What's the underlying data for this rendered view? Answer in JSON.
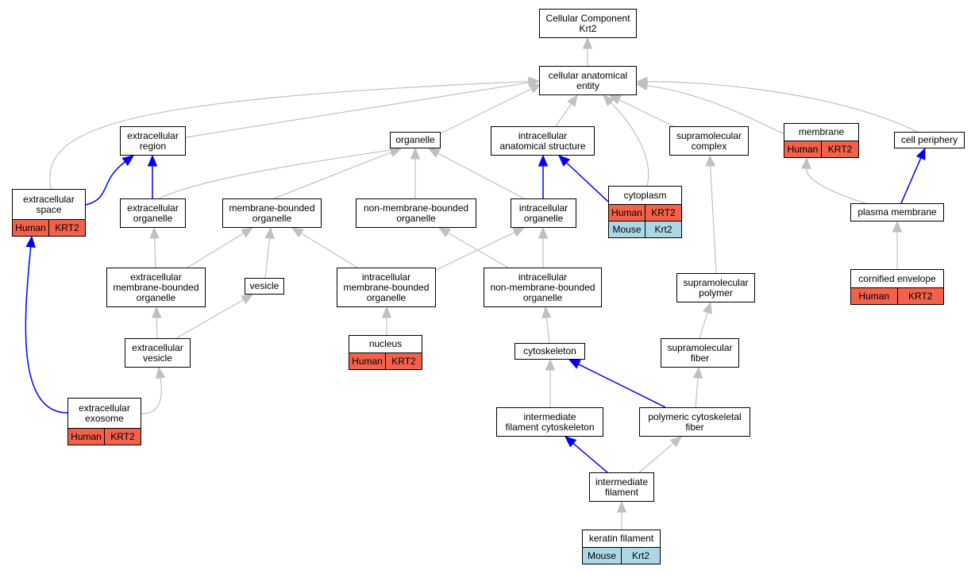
{
  "colors": {
    "gray_edge": "#c0c0c0",
    "blue_edge": "#0000ff",
    "human_fill": "#f4614b",
    "mouse_fill": "#acd8e6"
  },
  "nodes": {
    "cc_root": {
      "label": "Cellular Component\nKrt2"
    },
    "cellular_anatomical_entity": {
      "label": "cellular anatomical\nentity"
    },
    "extracellular_region": {
      "label": "extracellular\nregion"
    },
    "organelle": {
      "label": "organelle"
    },
    "intracellular_anatomical_structure": {
      "label": "intracellular\nanatomical structure"
    },
    "supramolecular_complex": {
      "label": "supramolecular\ncomplex"
    },
    "membrane": {
      "label": "membrane",
      "tags": [
        {
          "text": "Human",
          "kind": "human"
        },
        {
          "text": "KRT2",
          "kind": "human"
        }
      ]
    },
    "cell_periphery": {
      "label": "cell periphery"
    },
    "extracellular_space": {
      "label": "extracellular\nspace",
      "tags": [
        {
          "text": "Human",
          "kind": "human"
        },
        {
          "text": "KRT2",
          "kind": "human"
        }
      ]
    },
    "extracellular_organelle": {
      "label": "extracellular\norganelle"
    },
    "membrane_bounded_organelle": {
      "label": "membrane-bounded\norganelle"
    },
    "non_membrane_bounded_organelle": {
      "label": "non-membrane-bounded\norganelle"
    },
    "intracellular_organelle": {
      "label": "intracellular\norganelle"
    },
    "cytoplasm": {
      "label": "cytoplasm",
      "tags": [
        {
          "text": "Human",
          "kind": "human"
        },
        {
          "text": "KRT2",
          "kind": "human"
        },
        {
          "text": "Mouse",
          "kind": "mouse"
        },
        {
          "text": "Krt2",
          "kind": "mouse"
        }
      ]
    },
    "plasma_membrane": {
      "label": "plasma membrane"
    },
    "extracellular_membrane_bounded_organelle": {
      "label": "extracellular\nmembrane-bounded\norganelle"
    },
    "vesicle": {
      "label": "vesicle"
    },
    "intracellular_membrane_bounded_organelle": {
      "label": "intracellular\nmembrane-bounded\norganelle"
    },
    "intracellular_non_membrane_bounded_organelle": {
      "label": "intracellular\nnon-membrane-bounded\norganelle"
    },
    "supramolecular_polymer": {
      "label": "supramolecular\npolymer"
    },
    "cornified_envelope": {
      "label": "cornified envelope",
      "tags": [
        {
          "text": "Human",
          "kind": "human"
        },
        {
          "text": "KRT2",
          "kind": "human"
        }
      ]
    },
    "extracellular_vesicle": {
      "label": "extracellular\nvesicle"
    },
    "nucleus": {
      "label": "nucleus",
      "tags": [
        {
          "text": "Human",
          "kind": "human"
        },
        {
          "text": "KRT2",
          "kind": "human"
        }
      ]
    },
    "cytoskeleton": {
      "label": "cytoskeleton"
    },
    "supramolecular_fiber": {
      "label": "supramolecular\nfiber"
    },
    "extracellular_exosome": {
      "label": "extracellular\nexosome",
      "tags": [
        {
          "text": "Human",
          "kind": "human"
        },
        {
          "text": "KRT2",
          "kind": "human"
        }
      ]
    },
    "intermediate_filament_cytoskeleton": {
      "label": "intermediate\nfilament cytoskeleton"
    },
    "polymeric_cytoskeletal_fiber": {
      "label": "polymeric cytoskeletal\nfiber"
    },
    "intermediate_filament": {
      "label": "intermediate\nfilament"
    },
    "keratin_filament": {
      "label": "keratin filament",
      "tags": [
        {
          "text": "Mouse",
          "kind": "mouse"
        },
        {
          "text": "Krt2",
          "kind": "mouse"
        }
      ]
    }
  },
  "edges": [
    {
      "from": "cellular_anatomical_entity",
      "to": "cc_root",
      "color": "gray"
    },
    {
      "from": "extracellular_region",
      "to": "cellular_anatomical_entity",
      "color": "gray"
    },
    {
      "from": "organelle",
      "to": "cellular_anatomical_entity",
      "color": "gray"
    },
    {
      "from": "intracellular_anatomical_structure",
      "to": "cellular_anatomical_entity",
      "color": "gray"
    },
    {
      "from": "supramolecular_complex",
      "to": "cellular_anatomical_entity",
      "color": "gray"
    },
    {
      "from": "membrane",
      "to": "cellular_anatomical_entity",
      "color": "gray"
    },
    {
      "from": "cell_periphery",
      "to": "cellular_anatomical_entity",
      "color": "gray"
    },
    {
      "from": "extracellular_space",
      "to": "cellular_anatomical_entity",
      "color": "gray"
    },
    {
      "from": "cytoplasm",
      "to": "cellular_anatomical_entity",
      "color": "gray"
    },
    {
      "from": "extracellular_space",
      "to": "extracellular_region",
      "color": "blue"
    },
    {
      "from": "extracellular_organelle",
      "to": "extracellular_region",
      "color": "blue"
    },
    {
      "from": "extracellular_organelle",
      "to": "organelle",
      "color": "gray"
    },
    {
      "from": "membrane_bounded_organelle",
      "to": "organelle",
      "color": "gray"
    },
    {
      "from": "non_membrane_bounded_organelle",
      "to": "organelle",
      "color": "gray"
    },
    {
      "from": "intracellular_organelle",
      "to": "organelle",
      "color": "gray"
    },
    {
      "from": "intracellular_organelle",
      "to": "intracellular_anatomical_structure",
      "color": "blue"
    },
    {
      "from": "cytoplasm",
      "to": "intracellular_anatomical_structure",
      "color": "blue"
    },
    {
      "from": "plasma_membrane",
      "to": "membrane",
      "color": "gray"
    },
    {
      "from": "plasma_membrane",
      "to": "cell_periphery",
      "color": "blue"
    },
    {
      "from": "extracellular_membrane_bounded_organelle",
      "to": "extracellular_organelle",
      "color": "gray"
    },
    {
      "from": "extracellular_membrane_bounded_organelle",
      "to": "membrane_bounded_organelle",
      "color": "gray"
    },
    {
      "from": "vesicle",
      "to": "membrane_bounded_organelle",
      "color": "gray"
    },
    {
      "from": "intracellular_membrane_bounded_organelle",
      "to": "membrane_bounded_organelle",
      "color": "gray"
    },
    {
      "from": "intracellular_membrane_bounded_organelle",
      "to": "intracellular_organelle",
      "color": "gray"
    },
    {
      "from": "intracellular_non_membrane_bounded_organelle",
      "to": "non_membrane_bounded_organelle",
      "color": "gray"
    },
    {
      "from": "intracellular_non_membrane_bounded_organelle",
      "to": "intracellular_organelle",
      "color": "gray"
    },
    {
      "from": "supramolecular_polymer",
      "to": "supramolecular_complex",
      "color": "gray"
    },
    {
      "from": "cornified_envelope",
      "to": "plasma_membrane",
      "color": "gray"
    },
    {
      "from": "extracellular_vesicle",
      "to": "extracellular_membrane_bounded_organelle",
      "color": "gray"
    },
    {
      "from": "extracellular_vesicle",
      "to": "vesicle",
      "color": "gray"
    },
    {
      "from": "nucleus",
      "to": "intracellular_membrane_bounded_organelle",
      "color": "gray"
    },
    {
      "from": "cytoskeleton",
      "to": "intracellular_non_membrane_bounded_organelle",
      "color": "gray"
    },
    {
      "from": "supramolecular_fiber",
      "to": "supramolecular_polymer",
      "color": "gray"
    },
    {
      "from": "extracellular_exosome",
      "to": "extracellular_space",
      "color": "blue"
    },
    {
      "from": "extracellular_exosome",
      "to": "extracellular_vesicle",
      "color": "gray"
    },
    {
      "from": "intermediate_filament_cytoskeleton",
      "to": "cytoskeleton",
      "color": "gray"
    },
    {
      "from": "polymeric_cytoskeletal_fiber",
      "to": "cytoskeleton",
      "color": "blue"
    },
    {
      "from": "polymeric_cytoskeletal_fiber",
      "to": "supramolecular_fiber",
      "color": "gray"
    },
    {
      "from": "intermediate_filament",
      "to": "intermediate_filament_cytoskeleton",
      "color": "blue"
    },
    {
      "from": "intermediate_filament",
      "to": "polymeric_cytoskeletal_fiber",
      "color": "gray"
    },
    {
      "from": "keratin_filament",
      "to": "intermediate_filament",
      "color": "gray"
    }
  ]
}
